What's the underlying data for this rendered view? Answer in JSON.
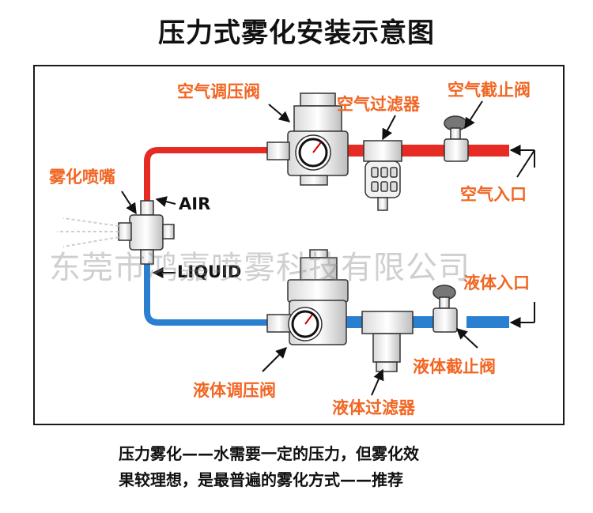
{
  "title": "压力式雾化安装示意图",
  "labels": {
    "air_regulator": "空气调压阀",
    "air_filter": "空气过滤器",
    "air_shutoff": "空气截止阀",
    "air_inlet": "空气入口",
    "nozzle": "雾化喷嘴",
    "air": "AIR",
    "liquid": "LIQUID",
    "liquid_inlet": "液体入口",
    "liquid_shutoff": "液体截止阀",
    "liquid_regulator": "液体调压阀",
    "liquid_filter": "液体过滤器"
  },
  "watermark": "东莞市鸿嘉喷雾科技有限公司",
  "caption_line1": "压力雾化——水需要一定的压力，但雾化效",
  "caption_line2": "果较理想，是最普遍的雾化方式——推荐",
  "colors": {
    "label_orange": "#f26522",
    "air_pipe": "#e52b24",
    "liquid_pipe": "#2b7fd0"
  }
}
